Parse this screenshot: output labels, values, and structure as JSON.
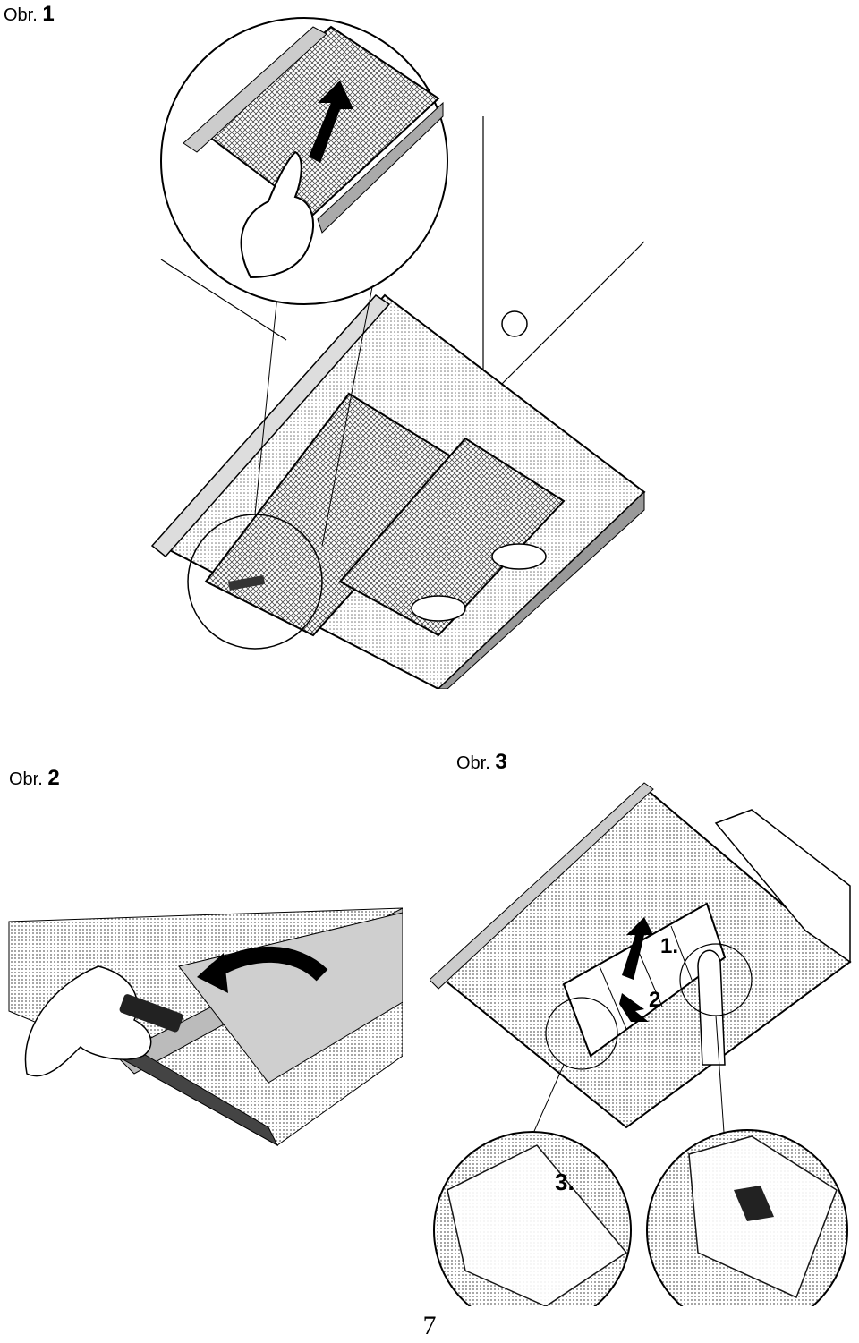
{
  "figures": [
    {
      "prefix": "Obr.",
      "number": "1"
    },
    {
      "prefix": "Obr.",
      "number": "2"
    },
    {
      "prefix": "Obr.",
      "number": "3"
    }
  ],
  "fig3_steps": [
    "1.",
    "2",
    "3."
  ],
  "page_number": "7"
}
